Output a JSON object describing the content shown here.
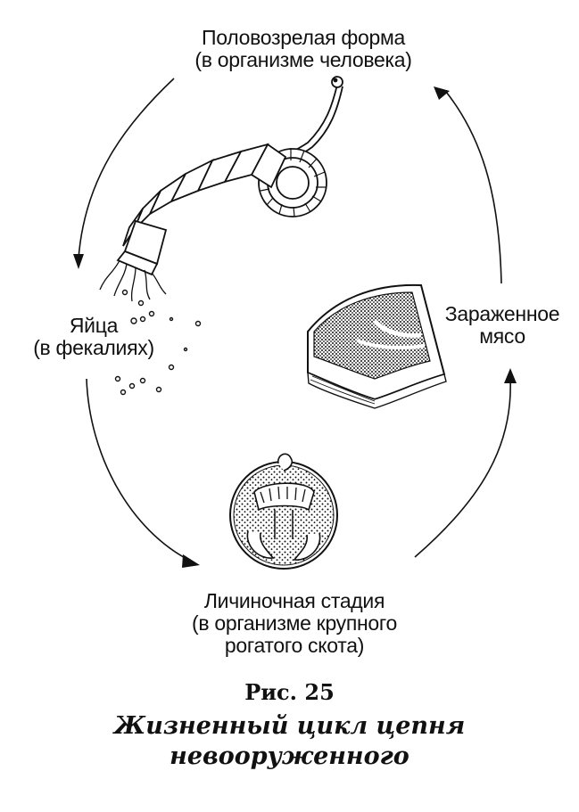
{
  "stages": {
    "adult": {
      "line1": "Половозрелая форма",
      "line2": "(в организме человека)"
    },
    "eggs": {
      "line1": "Яйца",
      "line2": "(в фекалиях)"
    },
    "larva": {
      "line1": "Личиночная стадия",
      "line2": "(в организме крупного",
      "line3": "рогатого скота)"
    },
    "meat": {
      "line1": "Зараженное",
      "line2": "мясо"
    }
  },
  "caption": {
    "figure": "Рис. 25",
    "title_line1": "Жизненный цикл цепня",
    "title_line2": "невооруженного"
  },
  "icons": [
    "tapeworm-icon",
    "eggs-icon",
    "cysticercus-icon",
    "infected-meat-icon",
    "cycle-arrow-icon"
  ],
  "colors": {
    "ink": "#111111",
    "paper": "#ffffff"
  }
}
